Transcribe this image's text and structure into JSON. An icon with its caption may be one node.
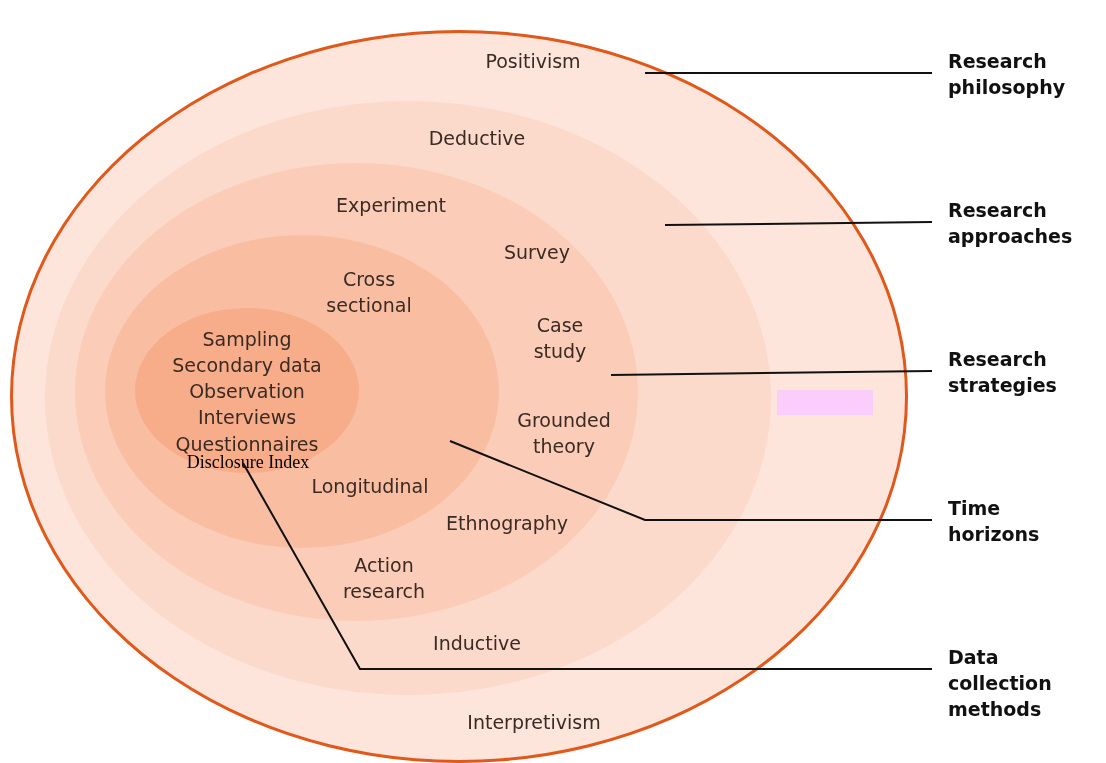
{
  "diagram": {
    "nodes": [
      {
        "text": [
          "Positivism",
          "Interpretivism"
        ]
      },
      {
        "text": [
          "Deductive",
          "Inductive"
        ],
        "in": 0
      },
      {
        "text": [
          "Experiment",
          "Survey",
          "Case study",
          "Grounded theory",
          "Ethnography",
          "Action research"
        ],
        "in": 1
      },
      {
        "text": [
          "Cross sectional",
          "Longitudinal"
        ],
        "in": 2
      },
      {
        "text": [
          "Sampling",
          "Secondary data",
          "Observation",
          "Interviews",
          "Questionnaires",
          "Disclosure Index"
        ],
        "in": 3
      },
      {
        "text": [
          "Research philosophy"
        ]
      },
      {
        "text": [
          "Research approaches"
        ]
      },
      {
        "text": [
          "Research strategies"
        ]
      },
      {
        "text": [
          "Time horizons"
        ]
      },
      {
        "text": [
          "Data collection methods"
        ]
      }
    ],
    "edges": [
      {
        "from": 5,
        "to": 0,
        "arrow": "none"
      },
      {
        "from": 6,
        "to": 1,
        "arrow": "none"
      },
      {
        "from": 7,
        "to": 2,
        "arrow": "none"
      },
      {
        "from": 8,
        "to": 3,
        "arrow": "none"
      },
      {
        "from": 9,
        "to": 4,
        "arrow": "none"
      }
    ]
  }
}
